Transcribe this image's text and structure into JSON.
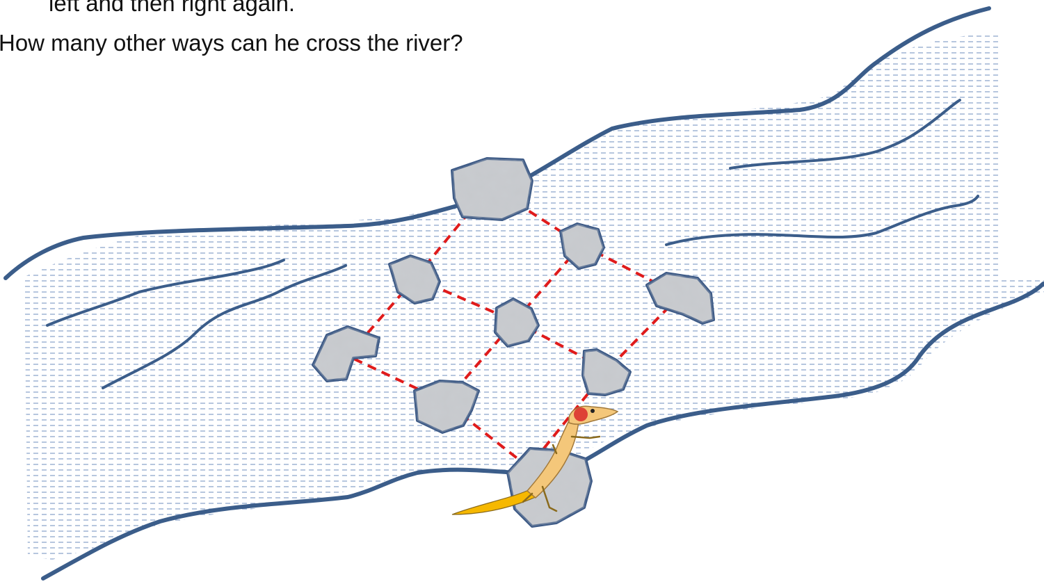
{
  "text": {
    "line1": "left and then right again.",
    "line2": "How many other ways can he cross the river?"
  },
  "colors": {
    "bank": "#3b5d8a",
    "water_lines": "#8fa6cc",
    "stone_fill": "#c9ccd0",
    "stone_edge": "#3d5a86",
    "path": "#e01b1b",
    "lizard_body": "#f4c77a",
    "lizard_tail": "#f6b800",
    "lizard_head": "#d92a2a"
  },
  "icons": [
    "river-bank",
    "stepping-stone",
    "lizard-icon"
  ]
}
